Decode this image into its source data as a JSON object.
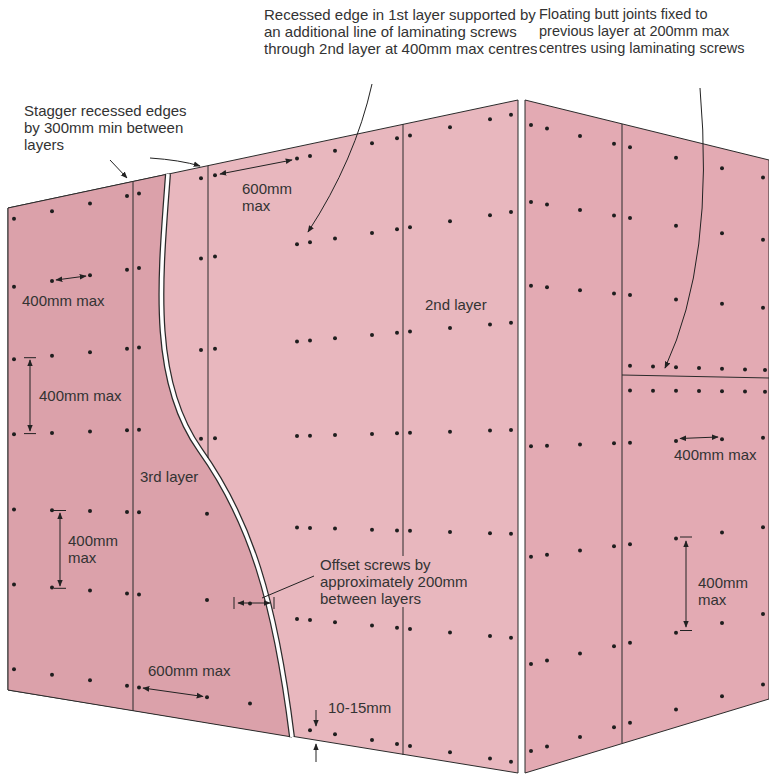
{
  "diagram": {
    "labels": [
      "Stagger recessed edges by 300mm min between layers",
      "Recessed edge in 1st layer supported by an additional line of laminating screws through 2nd layer at 400mm max centres",
      "Floating butt joints fixed to previous layer at 200mm max centres using laminating screws",
      "600mm max",
      "400mm max",
      "400mm max",
      "3rd layer",
      "400mm max",
      "2nd layer",
      "400mm max",
      "400mm max",
      "Offset screws by approximately 200mm between layers",
      "600mm max",
      "10-15mm"
    ]
  }
}
